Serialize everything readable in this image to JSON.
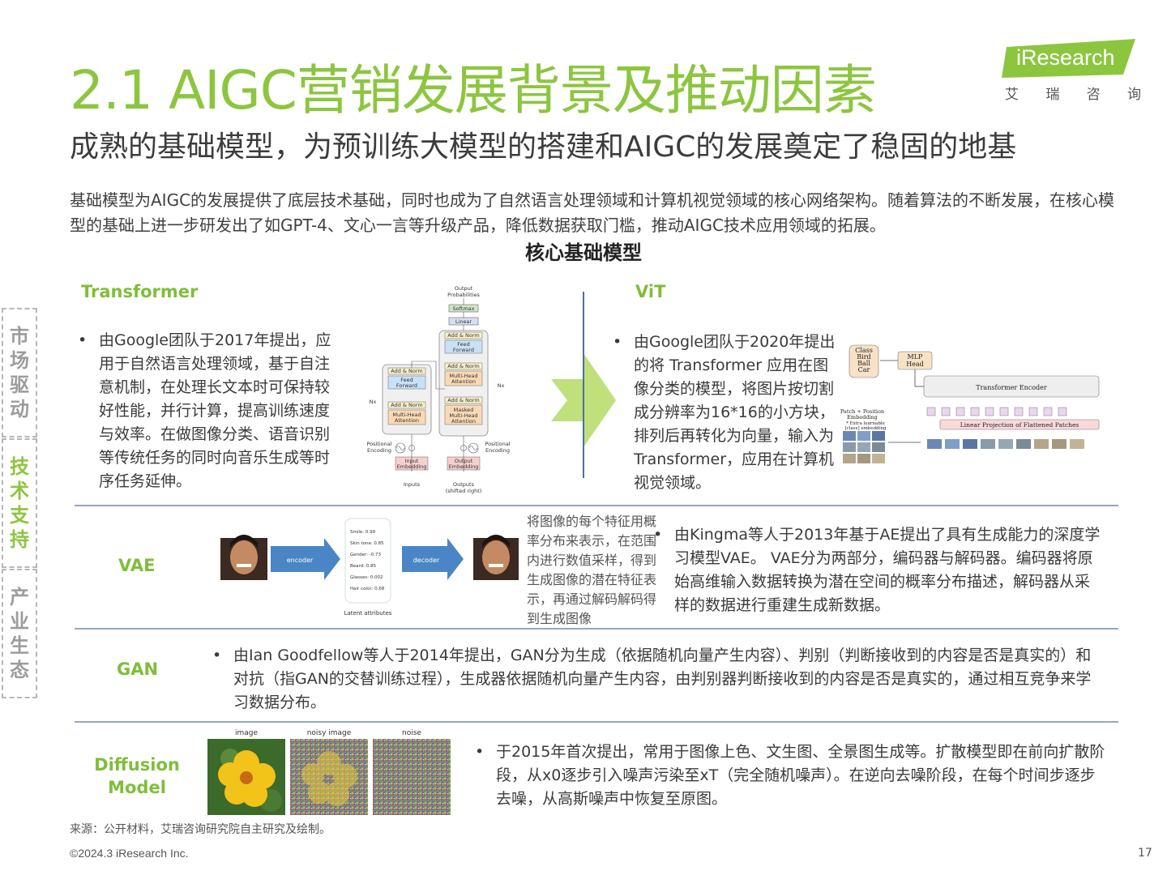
{
  "header": {
    "title": "2.1 AIGC营销发展背景及推动因素",
    "subtitle": "成熟的基础模型，为预训练大模型的搭建和AIGC的发展奠定了稳固的地基",
    "logo_text": "iResearch",
    "logo_sub": [
      "艾",
      "瑞",
      "咨",
      "询"
    ],
    "brand_color": "#8cc63f"
  },
  "intro": "基础模型为AIGC的发展提供了底层技术基础，同时也成为了自然语言处理领域和计算机视觉领域的核心网络架构。随着算法的不断发展，在核心模型的基础上进一步研发出了如GPT-4、文心一言等升级产品，降低数据获取门槛，推动AIGC技术应用领域的拓展。",
  "core_heading": "核心基础模型",
  "sidenav": [
    {
      "label": "市场驱动",
      "active": false
    },
    {
      "label": "技术支持",
      "active": true
    },
    {
      "label": "产业生态",
      "active": false
    }
  ],
  "sections": {
    "transformer": {
      "label": "Transformer",
      "text": "由Google团队于2017年提出，应用于自然语言处理领域，基于自注意机制，在处理长文本时可保持较好性能，并行计算，提高训练速度与效率。在做图像分类、语音识别等传统任务的同时向音乐生成等时序任务延伸。",
      "diagram": {
        "output_probs": "Output Probabilities",
        "softmax": "Softmax",
        "linear": "Linear",
        "add_norm": "Add & Norm",
        "feed_forward": "Feed Forward",
        "mha": "Multi-Head Attention",
        "masked_mha": "Masked Multi-Head Attention",
        "pos_enc": "Positional Encoding",
        "input_emb": "Input Embedding",
        "output_emb": "Output Embedding",
        "inputs": "Inputs",
        "outputs": "Outputs (shifted right)",
        "nx": "Nx"
      }
    },
    "vit": {
      "label": "ViT",
      "text": "由Google团队于2020年提出的将 Transformer 应用在图像分类的模型，将图片按切割成分辨率为16*16的小方块，排列后再转化为向量，输入为Transformer，应用在计算机视觉领域。",
      "diagram": {
        "class_box": "Class Bird Ball Car ...",
        "mlp_head": "MLP Head",
        "encoder": "Transformer Encoder",
        "patch_label": "Patch + Position Embedding",
        "extra_label": "* Extra learnable [class] embedding",
        "linear_proj": "Linear Projection of Flattened Patches"
      }
    },
    "vae": {
      "label": "VAE",
      "caption": "将图像的每个特征用概率分布来表示，在范围内进行数值采样，得到生成图像的潜在特征表示，再通过解码解码得到生成图像",
      "text": "由Kingma等人于2013年基于AE提出了具有生成能力的深度学习模型VAE。 VAE分为两部分，编码器与解码器。编码器将原始高维输入数据转换为潜在空间的概率分布描述，解码器从采样的数据进行重建生成新数据。",
      "diagram": {
        "encoder": "encoder",
        "decoder": "decoder",
        "latent_title": "Latent attributes",
        "attributes": [
          "Smile: 0.99",
          "Skin tone: 0.85",
          "Gender: -0.73",
          "Beard: 0.85",
          "Glasses: 0.002",
          "Hair color: 0.68"
        ]
      }
    },
    "gan": {
      "label": "GAN",
      "text": "由Ian Goodfellow等人于2014年提出，GAN分为生成（依据随机向量产生内容）、判别（判断接收到的内容是否是真实的）和对抗（指GAN的交替训练过程），生成器依据随机向量产生内容，由判别器判断接收到的内容是否是真实的，通过相互竞争来学习数据分布。"
    },
    "diffusion": {
      "label_line1": "Diffusion",
      "label_line2": "Model",
      "image_labels": [
        "image",
        "noisy image",
        "noise"
      ],
      "text": "于2015年首次提出，常用于图像上色、文生图、全景图生成等。扩散模型即在前向扩散阶段，从x0逐步引入噪声污染至xT（完全随机噪声）。在逆向去噪阶段，在每个时间步逐步去噪，从高斯噪声中恢复至原图。"
    }
  },
  "footer": {
    "source": "来源：公开材料，艾瑞咨询研究院自主研究及绘制。",
    "copyright": "©2024.3 iResearch Inc.",
    "page": "17"
  }
}
